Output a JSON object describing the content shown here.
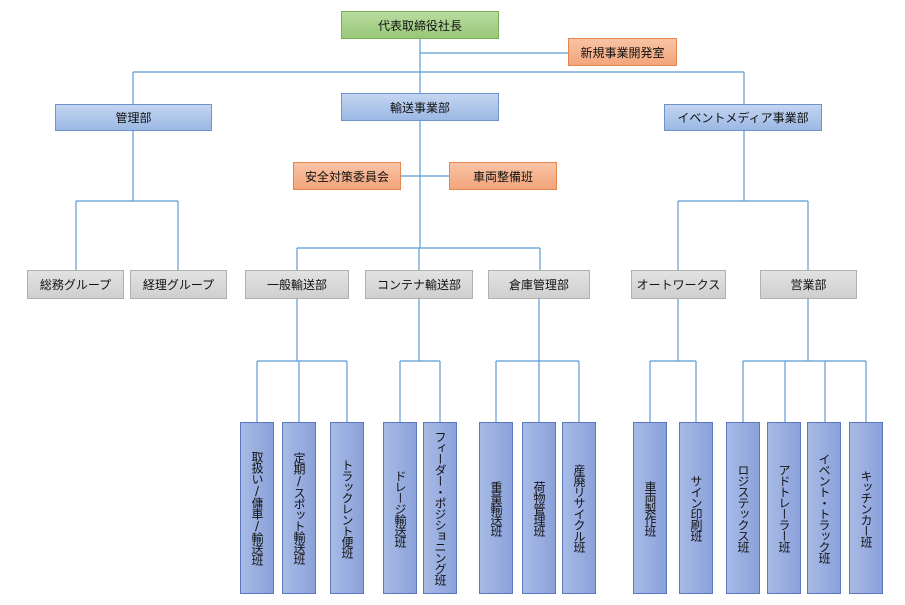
{
  "ceo": "代表取締役社長",
  "new_business": "新規事業開発室",
  "divisions": {
    "admin": "管理部",
    "transport": "輸送事業部",
    "event_media": "イベントメディア事業部"
  },
  "transport_staff": {
    "safety": "安全対策委員会",
    "maintenance": "車両整備班"
  },
  "groups": {
    "general_affairs": "総務グループ",
    "accounting": "経理グループ",
    "general_transport": "一般輸送部",
    "container_transport": "コンテナ輸送部",
    "warehouse": "倉庫管理部",
    "autoworks": "オートワークス",
    "sales": "営業部"
  },
  "teams": {
    "general_transport": [
      "取扱い/傭車/輸送班",
      "定期/スポット輸送班",
      "トラックレント便班"
    ],
    "container_transport": [
      "ドレージ輸送班",
      "フィーダー・ポジショニング班"
    ],
    "warehouse": [
      "重量輸送班",
      "荷物管理班",
      "産廃リサイクル班"
    ],
    "autoworks": [
      "車両製作班",
      "サイン印刷班"
    ],
    "sales": [
      "ロジステックス班",
      "アドトレーラー班",
      "イベント・トラック班",
      "キッチンカー班"
    ]
  },
  "colors": {
    "line": "#5b9bd5",
    "executive": "#98c878",
    "staff": "#f3a57c",
    "division": "#9bb8e4",
    "group": "#cfcfcf",
    "team": "#8aa1da"
  }
}
